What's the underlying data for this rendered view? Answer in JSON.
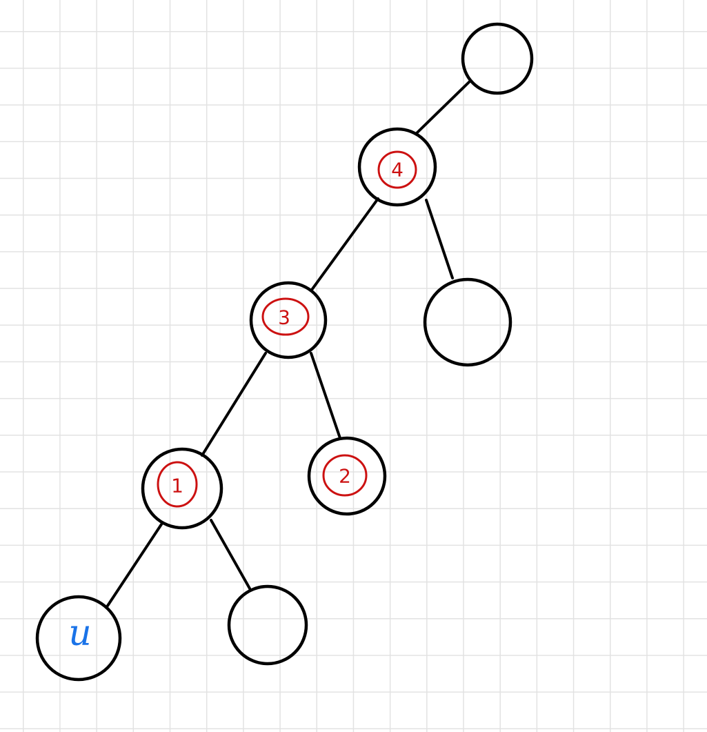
{
  "diagram": {
    "marks": {
      "node_4": "4",
      "node_3": "3",
      "node_2": "2",
      "node_1": "1",
      "leaf_u": "u"
    },
    "colors": {
      "edge": "#000000",
      "node": "#000000",
      "order_mark": "#cc1111",
      "u_label": "#1a73e8",
      "grid": "#e2e2e2",
      "background": "#ffffff"
    }
  }
}
